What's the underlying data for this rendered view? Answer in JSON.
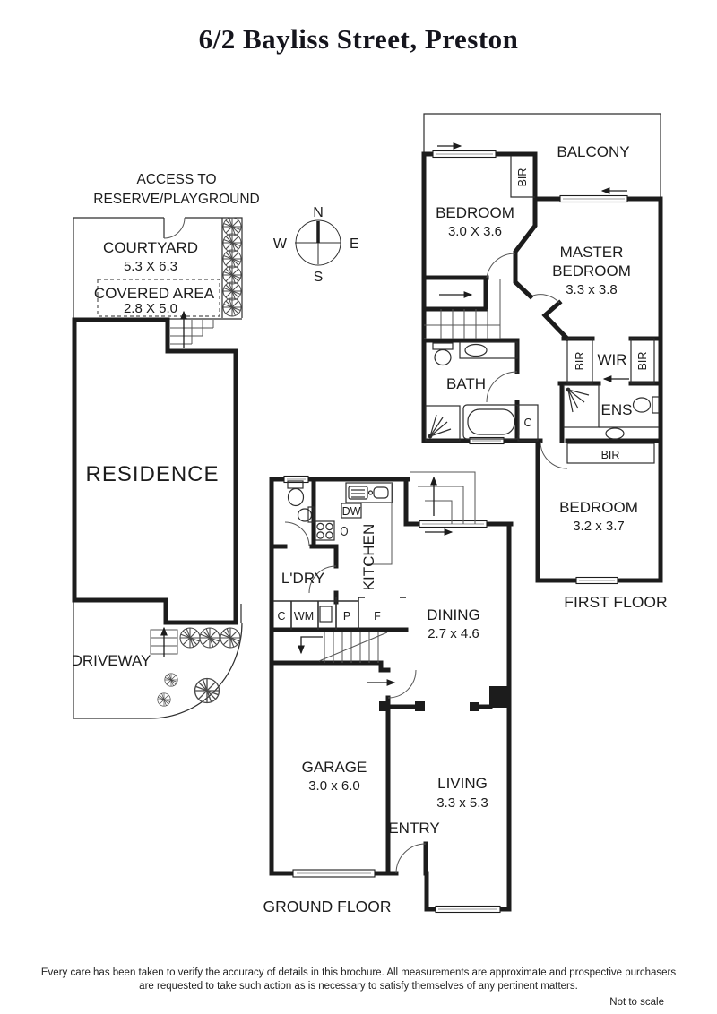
{
  "title": "6/2 Bayliss Street, Preston",
  "compass": {
    "n": "N",
    "w": "W",
    "e": "E",
    "s": "S"
  },
  "site": {
    "access1": "ACCESS TO",
    "access2": "RESERVE/PLAYGROUND",
    "courtyard": "COURTYARD",
    "courtyard_dims": "5.3 X 6.3",
    "covered": "COVERED AREA",
    "covered_dims": "2.8 X 5.0",
    "residence": "RESIDENCE",
    "driveway": "DRIVEWAY"
  },
  "ff": {
    "balcony": "BALCONY",
    "bedroom1": "BEDROOM",
    "bedroom1_dims": "3.0 X 3.6",
    "master1": "MASTER",
    "master2": "BEDROOM",
    "master_dims": "3.3 x 3.8",
    "wir": "WIR",
    "bir": "BIR",
    "bath": "BATH",
    "ens": "ENS",
    "cupboard": "C",
    "bedroom3": "BEDROOM",
    "bedroom3_dims": "3.2 x 3.7",
    "floor": "FIRST FLOOR"
  },
  "gf": {
    "dw": "DW",
    "kitchen": "KITCHEN",
    "ldry": "L'DRY",
    "c": "C",
    "wm": "WM",
    "p": "P",
    "f": "F",
    "dining": "DINING",
    "dining_dims": "2.7 x 4.6",
    "garage": "GARAGE",
    "garage_dims": "3.0 x 6.0",
    "living": "LIVING",
    "living_dims": "3.3 x 5.3",
    "entry": "ENTRY",
    "floor": "GROUND FLOOR"
  },
  "footer": {
    "line1": "Every care has been taken to verify the accuracy of details in this brochure.  All measurements are approximate and prospective purchasers",
    "line2": "are requested to take such action as is necessary to satisfy themselves of any pertinent matters.",
    "scale": "Not to scale"
  },
  "colors": {
    "wall": "#1c1c1c",
    "thin": "#2e2e2e",
    "tree": "#4a4a4a"
  }
}
